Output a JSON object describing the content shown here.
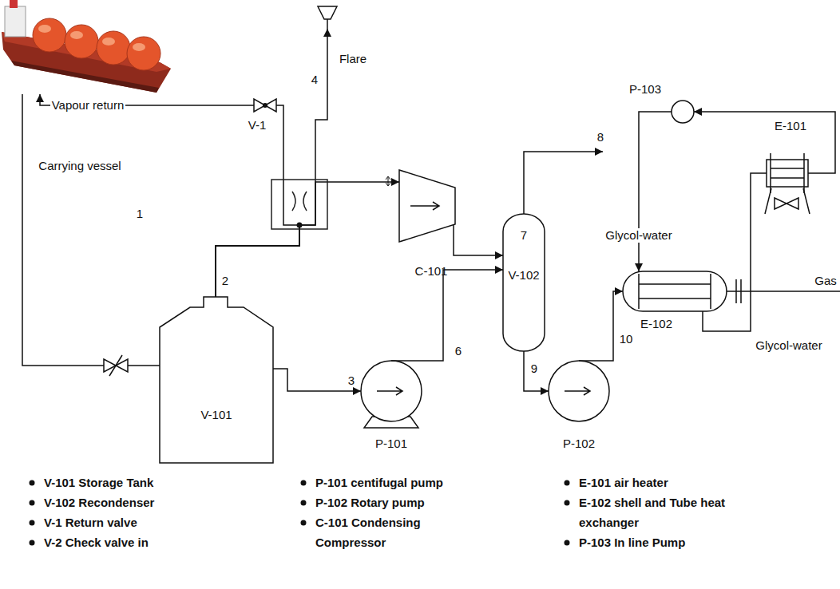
{
  "diagram": {
    "nodes": [
      {
        "text": [
          "Carrying vessel"
        ]
      },
      {
        "text": [
          "V-1"
        ]
      },
      {
        "text": [
          "Flare"
        ]
      },
      {
        "text": [
          "C-101"
        ]
      },
      {
        "text": [
          "7",
          "V-102"
        ]
      },
      {
        "text": [
          "P-103"
        ]
      },
      {
        "text": [
          "E-101"
        ]
      },
      {
        "text": [
          "V-101"
        ]
      },
      {
        "text": [
          "P-101"
        ]
      },
      {
        "text": [
          "P-102"
        ]
      },
      {
        "text": [
          "E-102"
        ]
      }
    ],
    "edges": [
      {
        "from": 0,
        "to": 7,
        "arrow": "none"
      },
      {
        "from": 7,
        "to": 1,
        "arrow": "none"
      },
      {
        "from": 7,
        "to": 2,
        "arrow": "to"
      },
      {
        "from": 7,
        "to": 3,
        "arrow": "to"
      },
      {
        "from": 1,
        "to": 0,
        "label": "Vapour return",
        "arrow": "to"
      },
      {
        "from": 3,
        "to": 4,
        "arrow": "to"
      },
      {
        "from": 7,
        "to": 8,
        "arrow": "to"
      },
      {
        "from": 8,
        "to": 4,
        "arrow": "to"
      },
      {
        "from": 4,
        "to": 9,
        "arrow": "to"
      },
      {
        "from": 9,
        "to": 10,
        "arrow": "to"
      },
      {
        "from": 10,
        "to": 6,
        "arrow": "none"
      },
      {
        "from": 6,
        "to": 5,
        "arrow": "to"
      },
      {
        "from": 5,
        "to": 10,
        "arrow": "to"
      }
    ],
    "labels": [
      "1",
      "2",
      "4",
      "3",
      "6",
      "8",
      "9",
      "10",
      "Glycol-water",
      "Glycol-water",
      "Gas",
      "V-101 Storage Tank",
      "V-102 Recondenser",
      "V-1 Return valve",
      "V-2 Check valve in",
      "P-101 centifugal pump",
      "P-102 Rotary pump",
      "C-101 Condensing Compressor",
      "E-101 air heater",
      "E-102 shell and Tube heat exchanger",
      "P-103 In line Pump"
    ]
  }
}
